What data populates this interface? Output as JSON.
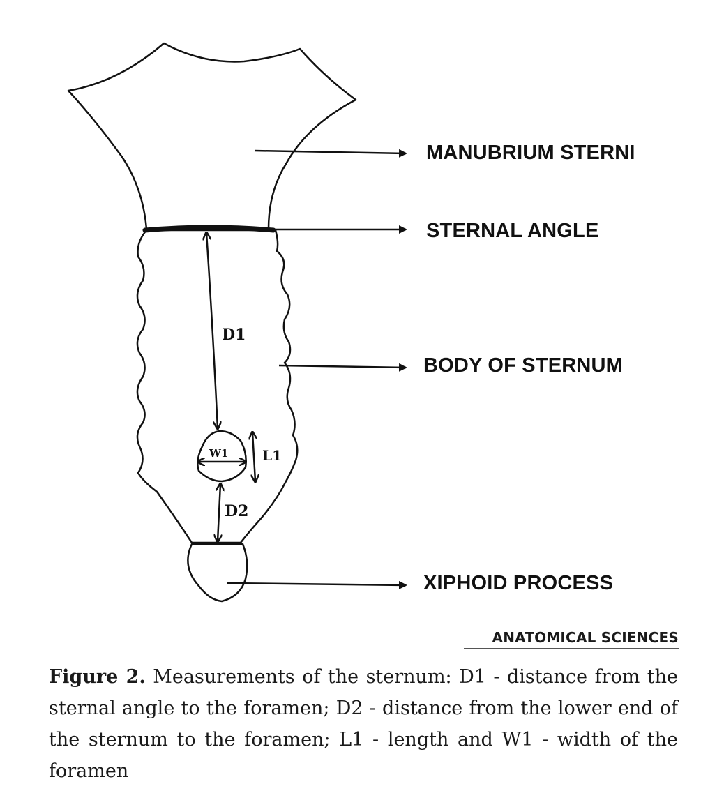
{
  "figure": {
    "labels": {
      "manubrium": "MANUBRIUM STERNI",
      "sternal_angle": "STERNAL ANGLE",
      "body": "BODY OF STERNUM",
      "xiphoid": "XIPHOID PROCESS"
    },
    "measurements": {
      "d1": "D1",
      "d2": "D2",
      "w1": "W1",
      "l1": "L1"
    },
    "brand": "ANATOMICAL SCIENCES",
    "caption": {
      "title": "Figure 2.",
      "text": "Measurements of the sternum: D1 - distance from the sternal angle to the foramen; D2 - distance from the lower end of the sternum to the foramen; L1 - length and W1 - width of the foramen"
    },
    "colors": {
      "ink": "#111111",
      "background": "#ffffff"
    }
  }
}
